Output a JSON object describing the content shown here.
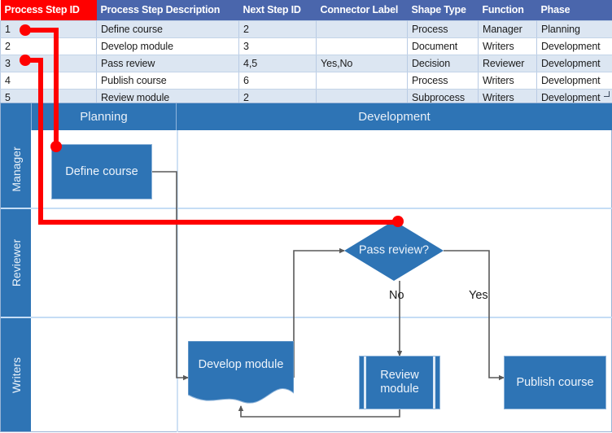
{
  "table": {
    "columns": [
      {
        "label": "Process Step ID",
        "highlighted": true
      },
      {
        "label": "Process Step Description",
        "highlighted": false
      },
      {
        "label": "Next Step ID",
        "highlighted": false
      },
      {
        "label": "Connector Label",
        "highlighted": false
      },
      {
        "label": "Shape Type",
        "highlighted": false
      },
      {
        "label": "Function",
        "highlighted": false
      },
      {
        "label": "Phase",
        "highlighted": false
      }
    ],
    "rows": [
      {
        "id": "1",
        "description": "Define course",
        "next": "2",
        "connector": "",
        "shape": "Process",
        "function": "Manager",
        "phase": "Planning"
      },
      {
        "id": "2",
        "description": "Develop module",
        "next": "3",
        "connector": "",
        "shape": "Document",
        "function": "Writers",
        "phase": "Development"
      },
      {
        "id": "3",
        "description": "Pass review",
        "next": "4,5",
        "connector": "Yes,No",
        "shape": "Decision",
        "function": "Reviewer",
        "phase": "Development"
      },
      {
        "id": "4",
        "description": "Publish course",
        "next": "6",
        "connector": "",
        "shape": "Process",
        "function": "Writers",
        "phase": "Development"
      },
      {
        "id": "5",
        "description": "Review module",
        "next": "2",
        "connector": "",
        "shape": "Subprocess",
        "function": "Writers",
        "phase": "Development"
      }
    ]
  },
  "diagram": {
    "phases": [
      {
        "label": "Planning"
      },
      {
        "label": "Development"
      }
    ],
    "lanes": [
      {
        "label": "Manager"
      },
      {
        "label": "Reviewer"
      },
      {
        "label": "Writers"
      }
    ],
    "shapes": [
      {
        "name": "define-course",
        "label": "Define course",
        "type": "process"
      },
      {
        "name": "pass-review",
        "label": "Pass review?",
        "type": "decision"
      },
      {
        "name": "develop-module",
        "label": "Develop module",
        "type": "document"
      },
      {
        "name": "review-module",
        "label": "Review module",
        "type": "subprocess"
      },
      {
        "name": "publish-course",
        "label": "Publish course",
        "type": "process"
      }
    ],
    "edge_labels": [
      {
        "name": "no",
        "label": "No"
      },
      {
        "name": "yes",
        "label": "Yes"
      }
    ]
  },
  "colors": {
    "shape_fill": "#2e74b5",
    "header_blue": "#4a66ac",
    "highlight_red": "#ff0000",
    "row_stripe": "#dce6f2",
    "connector_gray": "#595959"
  }
}
